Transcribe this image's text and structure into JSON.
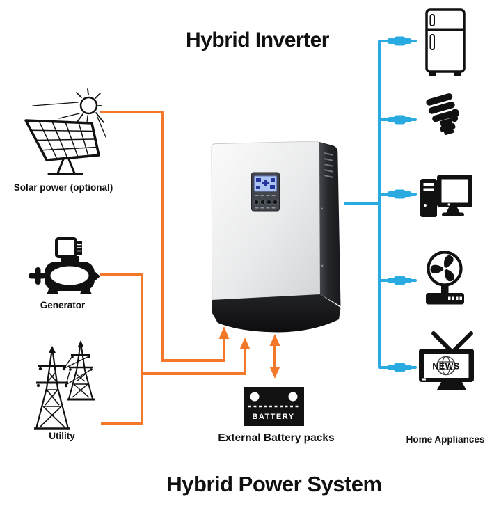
{
  "titles": {
    "top": "Hybrid Inverter",
    "bottom": "Hybrid Power System"
  },
  "sources": {
    "solar_label": "Solar power (optional)",
    "generator_label": "Generator",
    "utility_label": "Utility"
  },
  "storage": {
    "battery_device_text": "BATTERY",
    "battery_label": "External Battery packs"
  },
  "loads": {
    "appliances_label": "Home Appliances",
    "tv_screen_text": "NEWS",
    "items": [
      "refrigerator",
      "cfl-bulb",
      "desktop-computer",
      "fan",
      "television"
    ]
  },
  "colors": {
    "source_line": "#F4782A",
    "load_line": "#29ABE2",
    "icon_black": "#111111",
    "inverter_screen": "#AAC4EF"
  }
}
